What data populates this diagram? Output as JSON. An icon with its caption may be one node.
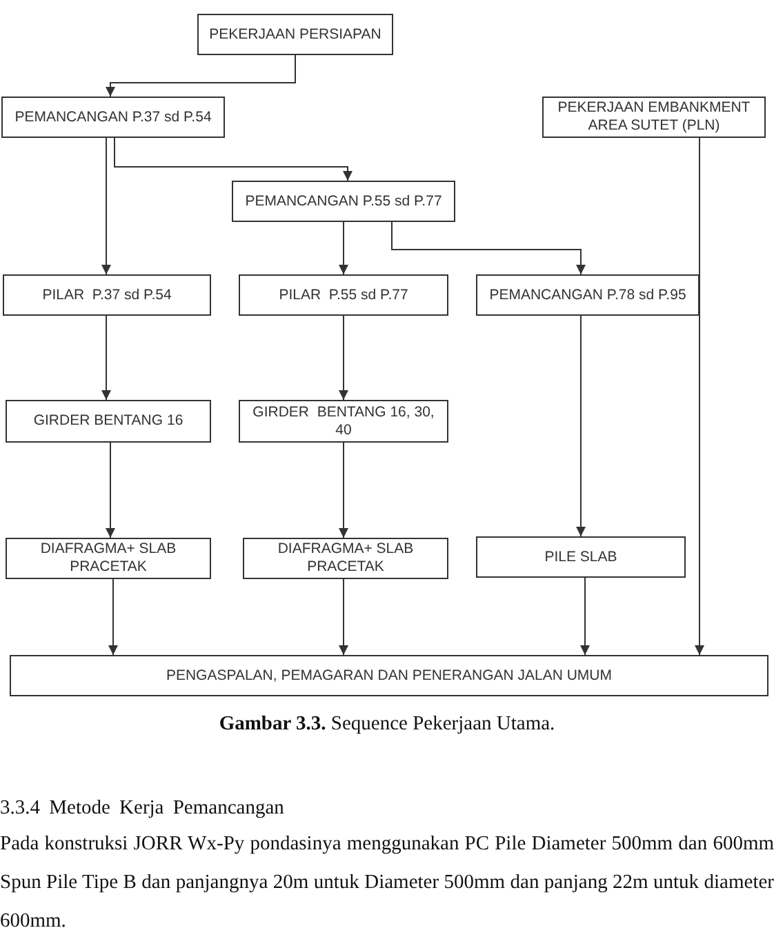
{
  "diagram": {
    "caption": "**Gambar 3.3.** Sequence Pekerjaan Utama.",
    "nodes": [
      {
        "text": [
          "PEKERJAAN PERSIAPAN"
        ]
      },
      {
        "text": [
          "PEMANCANGAN P.37 sd P.54"
        ]
      },
      {
        "text": [
          "PEKERJAAN EMBANKMENT AREA SUTET (PLN)"
        ]
      },
      {
        "text": [
          "PEMANCANGAN P.55 sd P.77"
        ]
      },
      {
        "text": [
          "PILAR  P.37 sd P.54"
        ]
      },
      {
        "text": [
          "PILAR  P.55 sd P.77"
        ]
      },
      {
        "text": [
          "PEMANCANGAN P.78 sd P.95"
        ]
      },
      {
        "text": [
          "GIRDER BENTANG 16"
        ]
      },
      {
        "text": [
          "GIRDER  BENTANG 16, 30, 40"
        ]
      },
      {
        "text": [
          "DIAFRAGMA+ SLAB PRACETAK"
        ]
      },
      {
        "text": [
          "DIAFRAGMA+ SLAB PRACETAK"
        ]
      },
      {
        "text": [
          "PILE SLAB"
        ]
      },
      {
        "text": [
          "PENGASPALAN, PEMAGARAN DAN PENERANGAN JALAN UMUM"
        ]
      }
    ],
    "edges": [
      {
        "from": 0,
        "to": 1,
        "arrow": "to"
      },
      {
        "from": 1,
        "to": 3,
        "arrow": "to"
      },
      {
        "from": 1,
        "to": 4,
        "arrow": "to"
      },
      {
        "from": 3,
        "to": 5,
        "arrow": "to"
      },
      {
        "from": 3,
        "to": 6,
        "arrow": "to"
      },
      {
        "from": 2,
        "to": 12,
        "arrow": "to"
      },
      {
        "from": 4,
        "to": 7,
        "arrow": "to"
      },
      {
        "from": 5,
        "to": 8,
        "arrow": "to"
      },
      {
        "from": 6,
        "to": 11,
        "arrow": "to"
      },
      {
        "from": 7,
        "to": 9,
        "arrow": "to"
      },
      {
        "from": 8,
        "to": 10,
        "arrow": "to"
      },
      {
        "from": 9,
        "to": 12,
        "arrow": "to"
      },
      {
        "from": 10,
        "to": 12,
        "arrow": "to"
      },
      {
        "from": 11,
        "to": 12,
        "arrow": "to"
      }
    ],
    "labels": [
      "3.3.4 Metode Kerja Pemancangan",
      "Pada konstruksi JORR Wx-Py pondasinya menggunakan PC Pile Diameter 500mm dan 600mm Spun Pile Tipe B dan panjangnya 20m untuk Diameter 500mm dan panjang 22m untuk diameter 600mm."
    ]
  }
}
